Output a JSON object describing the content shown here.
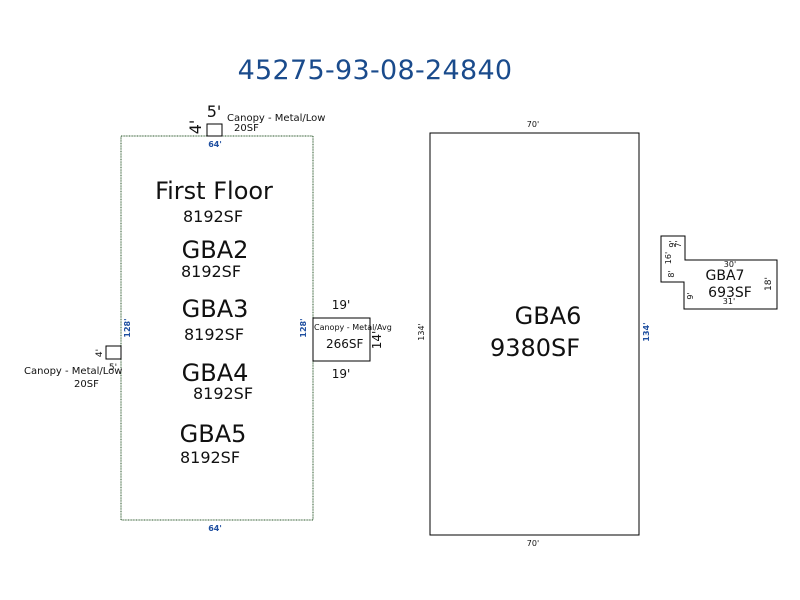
{
  "title": "45275-93-08-24840",
  "colors": {
    "title": "#1a4b8c",
    "dimension_blue": "#1f4fa0",
    "outline_main": "#2e5a2e",
    "outline": "#000000"
  },
  "main_building": {
    "areas": [
      {
        "name": "First Floor",
        "sf": "8192SF"
      },
      {
        "name": "GBA2",
        "sf": "8192SF"
      },
      {
        "name": "GBA3",
        "sf": "8192SF"
      },
      {
        "name": "GBA4",
        "sf": "8192SF"
      },
      {
        "name": "GBA5",
        "sf": "8192SF"
      }
    ],
    "dims": {
      "top": "64'",
      "bottom": "64'",
      "left": "128'",
      "right": "128'"
    }
  },
  "canopy_top": {
    "label": "Canopy - Metal/Low",
    "sf": "20SF",
    "dim_w": "5'",
    "dim_h": "4'"
  },
  "canopy_left": {
    "label": "Canopy - Metal/Low",
    "sf": "20SF",
    "dim_w": "5'",
    "dim_h": "4'"
  },
  "canopy_right": {
    "label": "Canopy - Metal/Avg",
    "sf": "266SF",
    "dim_top": "19'",
    "dim_bottom": "19'",
    "dim_side": "14'"
  },
  "gba6": {
    "name": "GBA6",
    "sf": "9380SF",
    "dims": {
      "top": "70'",
      "bottom": "70'",
      "left": "134'",
      "right": "134'"
    }
  },
  "gba7": {
    "name": "GBA7",
    "sf": "693SF",
    "dims": {
      "top": "30'",
      "bottom": "31'",
      "right": "18'",
      "left_upper": "16'",
      "left_lower": "9'",
      "notch_top": "9'",
      "notch_side": "7'",
      "notch_inner": "8'"
    }
  }
}
